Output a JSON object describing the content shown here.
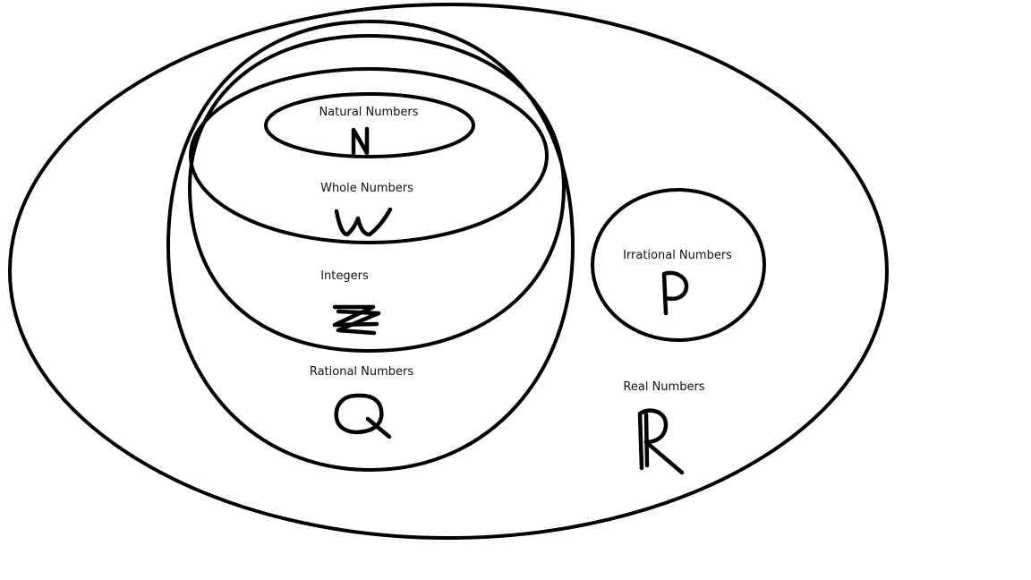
{
  "diagram": {
    "sets": [
      {
        "id": "real",
        "label": "Real Numbers",
        "symbol": "R"
      },
      {
        "id": "irrational",
        "label": "Irrational Numbers",
        "symbol": "P"
      },
      {
        "id": "rational",
        "label": "Rational Numbers",
        "symbol": "Q"
      },
      {
        "id": "integers",
        "label": "Integers",
        "symbol": "Z"
      },
      {
        "id": "whole",
        "label": "Whole Numbers",
        "symbol": "W"
      },
      {
        "id": "natural",
        "label": "Natural Numbers",
        "symbol": "N"
      }
    ],
    "colors": {
      "stroke": "#000000",
      "background": "#ffffff"
    }
  }
}
